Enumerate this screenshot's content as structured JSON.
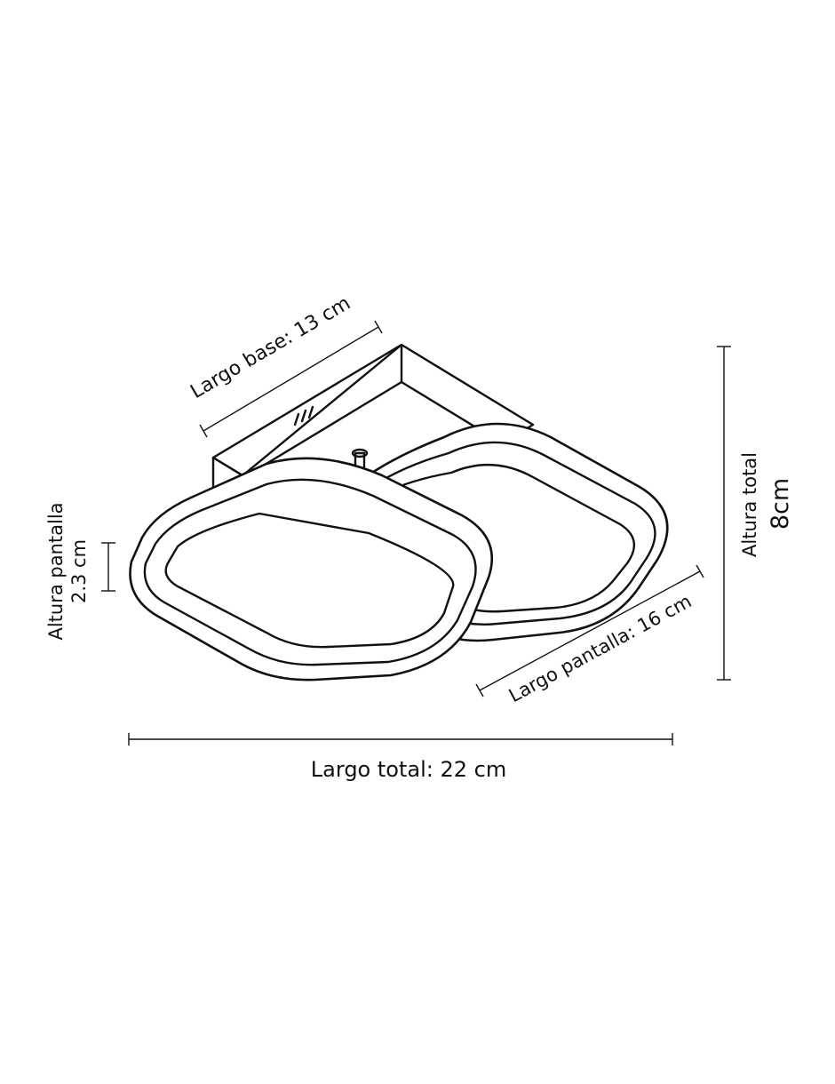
{
  "dimensions": {
    "largo_base": "Largo base: 13 cm",
    "altura_total_label": "Altura total",
    "altura_total_value": "8cm",
    "altura_pantalla_label": "Altura pantalla",
    "altura_pantalla_value": "2.3 cm",
    "largo_pantalla": "Largo pantalla: 16 cm",
    "largo_total": "Largo total: 22 cm"
  },
  "colors": {
    "line": "#111111",
    "background": "#ffffff"
  }
}
